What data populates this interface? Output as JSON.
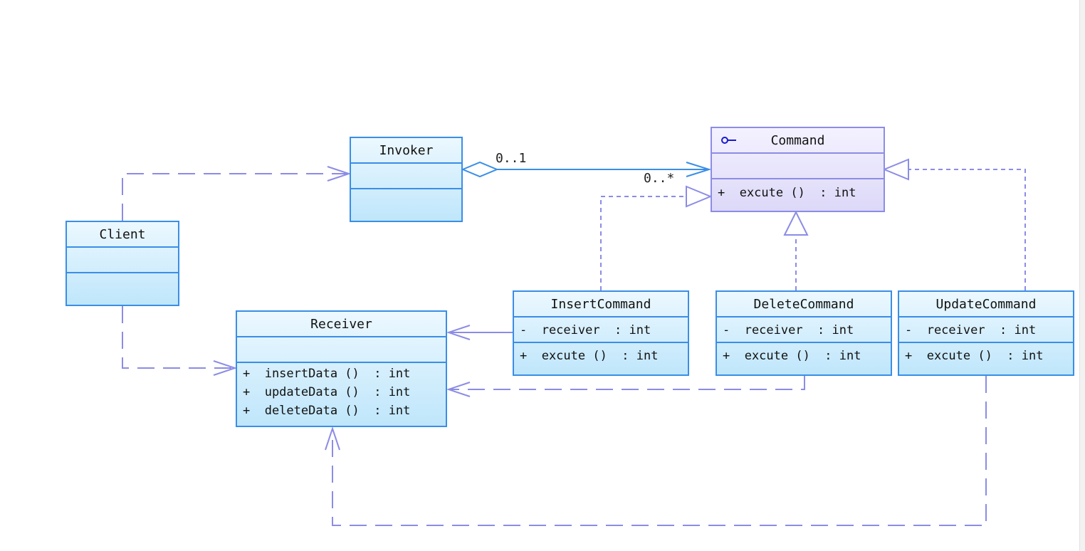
{
  "classes": {
    "invoker": {
      "name": "Invoker"
    },
    "client": {
      "name": "Client"
    },
    "command": {
      "name": "Command",
      "methods": [
        "+  excute ()  : int"
      ]
    },
    "receiver": {
      "name": "Receiver",
      "methods": [
        "+  insertData ()  : int",
        "+  updateData ()  : int",
        "+  deleteData ()  : int"
      ]
    },
    "insert_command": {
      "name": "InsertCommand",
      "attributes": [
        "-  receiver  : int"
      ],
      "methods": [
        "+  excute ()  : int"
      ]
    },
    "delete_command": {
      "name": "DeleteCommand",
      "attributes": [
        "-  receiver  : int"
      ],
      "methods": [
        "+  excute ()  : int"
      ]
    },
    "update_command": {
      "name": "UpdateCommand",
      "attributes": [
        "-  receiver  : int"
      ],
      "methods": [
        "+  excute ()  : int"
      ]
    }
  },
  "multiplicities": {
    "invoker_end": "0..1",
    "command_end": "0..*"
  },
  "colors": {
    "class_border": "#3a8ee6",
    "interface_border": "#8c8ce6",
    "dependency_line": "#8c8ce6",
    "association_line": "#3a8ee6"
  }
}
